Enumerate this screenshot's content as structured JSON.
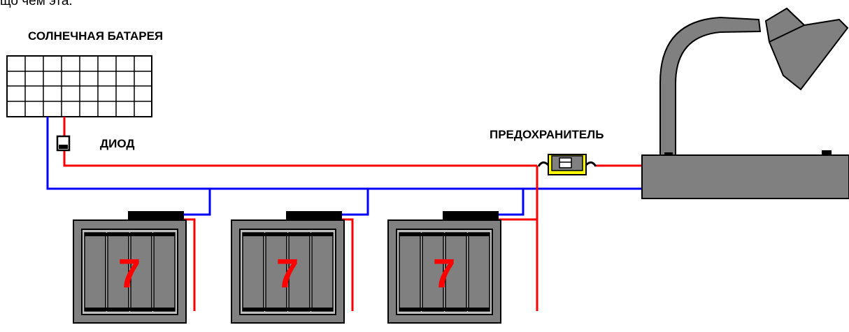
{
  "top_text": "що чем эта.",
  "labels": {
    "solar_panel": "СОЛНЕЧНАЯ БАТАРЕЯ",
    "diode": "ДИОД",
    "fuse": "ПРЕДОХРАНИТЕЛЬ"
  },
  "batteries": [
    {
      "number": "7"
    },
    {
      "number": "7"
    },
    {
      "number": "7"
    }
  ],
  "colors": {
    "positive_wire": "#ff0000",
    "negative_wire": "#0000ff",
    "battery_body": "#808080",
    "lamp_body": "#808080",
    "fuse_body": "#ffff00"
  }
}
